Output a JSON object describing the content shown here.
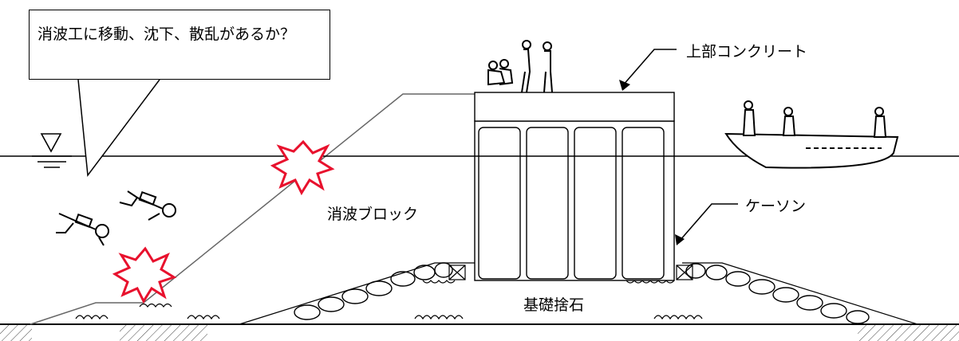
{
  "callout": {
    "text": "消波工に移動、沈下、散乱があるか？"
  },
  "labels": {
    "top_concrete": "上部コンクリート",
    "caisson": "ケーソン",
    "wave_block": "消波ブロック",
    "foundation": "基礎捨石"
  },
  "symbols": {
    "water_level": "water-level-triangle",
    "damage": "damage-burst",
    "divers": "diver-figure",
    "boat": "boat",
    "workers": "worker-figure"
  },
  "colors": {
    "damage": "#e8112d",
    "line": "#000000"
  }
}
